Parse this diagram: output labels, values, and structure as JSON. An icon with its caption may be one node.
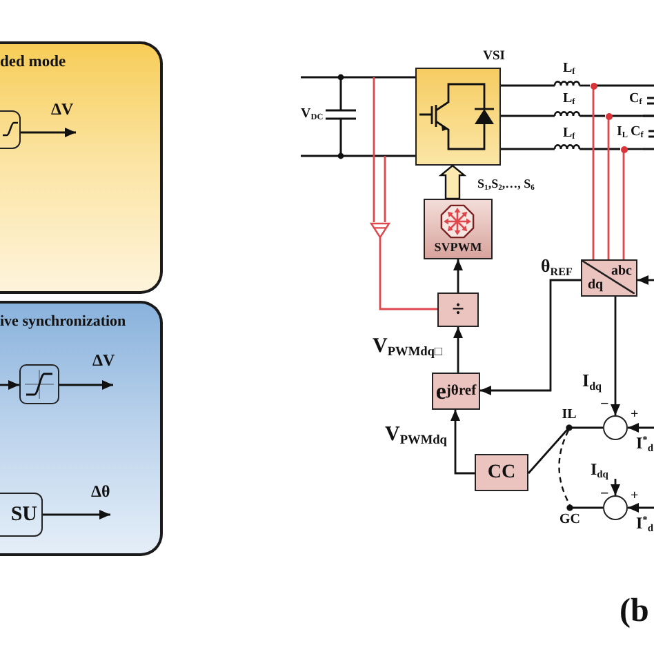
{
  "diagram": {
    "nodes": [
      {
        "text": [
          "ded mode"
        ]
      },
      {
        "text": [],
        "shape": "box",
        "in": 0
      },
      {
        "text": [
          "ive synchronization"
        ]
      },
      {
        "text": [],
        "shape": "box",
        "in": 2
      },
      {
        "text": [
          "SU"
        ],
        "in": 2
      },
      {
        "text": [],
        "shape": "capacitor",
        "beside": [
          "V$_{DC}$"
        ]
      },
      {
        "text": [
          "VSI"
        ]
      },
      {
        "text": [],
        "shape": "inductor",
        "beside": [
          "L$_{f}$"
        ]
      },
      {
        "text": [],
        "shape": "dot"
      },
      {
        "text": [],
        "shape": "inductor",
        "beside": [
          "L$_{f}$"
        ]
      },
      {
        "text": [],
        "shape": "dot"
      },
      {
        "text": [],
        "shape": "inductor",
        "beside": [
          "L$_{f}$"
        ]
      },
      {
        "text": [],
        "shape": "dot"
      },
      {
        "text": [],
        "shape": "capacitor",
        "beside": [
          "C$_{f}$"
        ]
      },
      {
        "text": [],
        "shape": "capacitor",
        "beside": [
          "C$_{f}$"
        ]
      },
      {
        "text": [
          "SVPWM"
        ]
      },
      {
        "text": [],
        "shape": "triangle"
      },
      {
        "text": [
          "abc",
          "dq"
        ]
      },
      {
        "text": [
          "÷"
        ]
      },
      {
        "text": [
          "e$^{jθ}$$_{ref}$"
        ]
      },
      {
        "text": [
          "IL"
        ]
      },
      {
        "text": [],
        "shape": "circle",
        "beside": [
          "−",
          "+"
        ]
      },
      {
        "text": [
          "CC"
        ]
      },
      {
        "text": [
          "GC"
        ]
      },
      {
        "text": [],
        "shape": "circle",
        "beside": [
          "−",
          "+"
        ]
      }
    ],
    "edges": [
      {
        "from": 1,
        "to": null,
        "arrow": "to",
        "label": "ΔV"
      },
      {
        "from": null,
        "to": 3,
        "arrow": "to"
      },
      {
        "from": 3,
        "to": null,
        "arrow": "to",
        "label": "ΔV"
      },
      {
        "from": 4,
        "to": null,
        "arrow": "to",
        "label": "Δθ"
      },
      {
        "from": null,
        "to": 5,
        "arrow": "none"
      },
      {
        "from": null,
        "to": 5,
        "arrow": "none"
      },
      {
        "from": 5,
        "to": 6,
        "arrow": "none"
      },
      {
        "from": 5,
        "to": 6,
        "arrow": "none"
      },
      {
        "from": 6,
        "to": 7,
        "arrow": "none"
      },
      {
        "from": 7,
        "to": 8,
        "arrow": "none"
      },
      {
        "from": 8,
        "to": 13,
        "arrow": "none"
      },
      {
        "from": 6,
        "to": 9,
        "arrow": "none"
      },
      {
        "from": 9,
        "to": 10,
        "arrow": "none"
      },
      {
        "from": 10,
        "to": 13,
        "arrow": "none"
      },
      {
        "from": 10,
        "to": 14,
        "arrow": "none"
      },
      {
        "from": 6,
        "to": 11,
        "arrow": "none"
      },
      {
        "from": 11,
        "to": 12,
        "arrow": "none"
      },
      {
        "from": 12,
        "to": 14,
        "arrow": "none"
      },
      {
        "from": 15,
        "to": 6,
        "arrow": "to",
        "style": "thick",
        "label": "S$_{1}$,S$_{2}$,…, S$_{6}$"
      },
      {
        "from": null,
        "to": 16,
        "arrow": "none",
        "color": "#e0474c"
      },
      {
        "from": null,
        "to": 16,
        "arrow": "none",
        "color": "#e0474c"
      },
      {
        "from": 16,
        "to": 18,
        "arrow": "none",
        "color": "#e0474c"
      },
      {
        "from": 18,
        "to": 15,
        "arrow": "to"
      },
      {
        "from": 19,
        "to": 18,
        "arrow": "to",
        "label": "V$_{PWMdq□}$"
      },
      {
        "from": 8,
        "to": 17,
        "arrow": "none",
        "color": "#e0474c"
      },
      {
        "from": 10,
        "to": 17,
        "arrow": "none",
        "color": "#e0474c"
      },
      {
        "from": 12,
        "to": 17,
        "arrow": "none",
        "color": "#e0474c"
      },
      {
        "from": null,
        "to": 17,
        "arrow": "to"
      },
      {
        "from": 17,
        "to": 19,
        "arrow": "to",
        "label": "θ$_{REF}$"
      },
      {
        "from": 17,
        "to": 21,
        "arrow": "to",
        "label": "I$_{dq}$"
      },
      {
        "from": 22,
        "to": 19,
        "arrow": "to",
        "label": "V$_{PWMdq}$"
      },
      {
        "from": 22,
        "to": 20,
        "arrow": "none"
      },
      {
        "from": 20,
        "to": 23,
        "arrow": "none",
        "style": "dashed"
      },
      {
        "from": 20,
        "to": 21,
        "arrow": "none"
      },
      {
        "from": null,
        "to": 21,
        "arrow": "to",
        "label": "I$^{*}$$_{d}$"
      },
      {
        "from": null,
        "to": 24,
        "arrow": "to",
        "label": "I$_{dq}$"
      },
      {
        "from": 23,
        "to": 24,
        "arrow": "none"
      },
      {
        "from": null,
        "to": 24,
        "arrow": "to",
        "label": "I$^{*}$$_{d}$"
      }
    ],
    "labels": [
      "I$_{L}$",
      "(b"
    ]
  }
}
